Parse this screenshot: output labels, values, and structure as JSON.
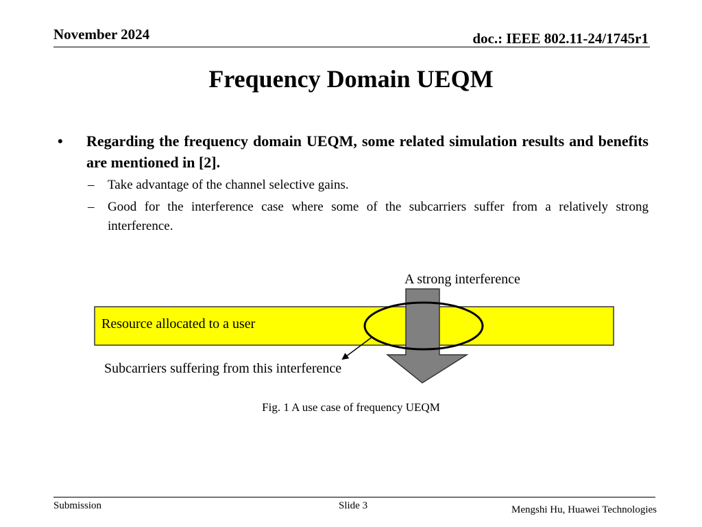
{
  "header": {
    "date": "November 2024",
    "doc_id": "doc.: IEEE 802.11-24/1745r1"
  },
  "title": "Frequency Domain UEQM",
  "bullets": {
    "main": "Regarding the frequency domain UEQM, some related simulation results and benefits are mentioned in [2].",
    "subs": [
      "Take advantage of the channel selective gains.",
      "Good for the interference case where some of the subcarriers suffer from a relatively strong interference."
    ]
  },
  "figure": {
    "interference_label": "A strong interference",
    "resource_label": "Resource allocated to a user",
    "subcarriers_label": "Subcarriers suffering from this interference",
    "caption": "Fig. 1 A use case of frequency UEQM",
    "colors": {
      "resource_bar": "#ffff00",
      "arrow_fill": "#808080"
    }
  },
  "footer": {
    "left": "Submission",
    "center": "Slide 3",
    "right": "Mengshi Hu, Huawei Technologies"
  }
}
